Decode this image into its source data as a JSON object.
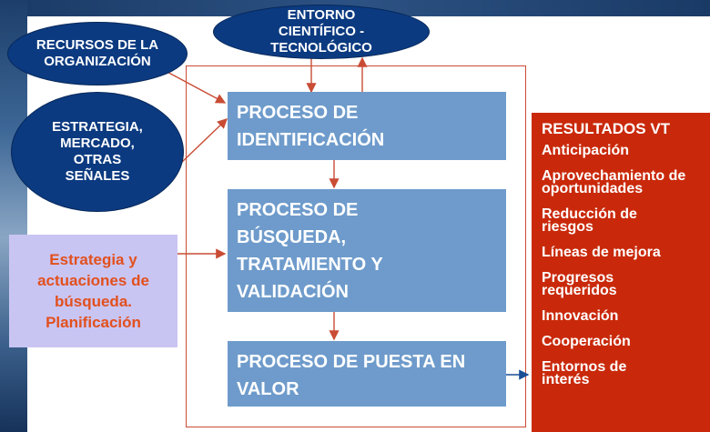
{
  "ovals": {
    "entorno": "ENTORNO CIENTÍFICO - TECNOLÓGICO",
    "recursos": "RECURSOS DE LA ORGANIZACIÓN",
    "estrategia": "ESTRATEGIA, MERCADO, OTRAS SEÑALES"
  },
  "processes": {
    "identificacion": "PROCESO DE IDENTIFICACIÓN",
    "busqueda": "PROCESO DE BÚSQUEDA, TRATAMIENTO Y VALIDACIÓN",
    "puesta": "PROCESO DE PUESTA EN VALOR"
  },
  "planning": "Estrategia y actuaciones de búsqueda. Planificación",
  "results": {
    "title": "RESULTADOS VT",
    "items": [
      "Anticipación",
      "Aprovechamiento de oportunidades",
      "Reducción de riesgos",
      "Líneas de mejora",
      "Progresos requeridos",
      "Innovación",
      "Cooperación",
      "Entornos de interés"
    ]
  },
  "colors": {
    "oval": "#0b3a80",
    "process": "#6e9bcb",
    "results": "#c9290a",
    "planning_bg": "#c9c5f3",
    "planning_text": "#e2501e",
    "arrow": "#c94c35"
  }
}
